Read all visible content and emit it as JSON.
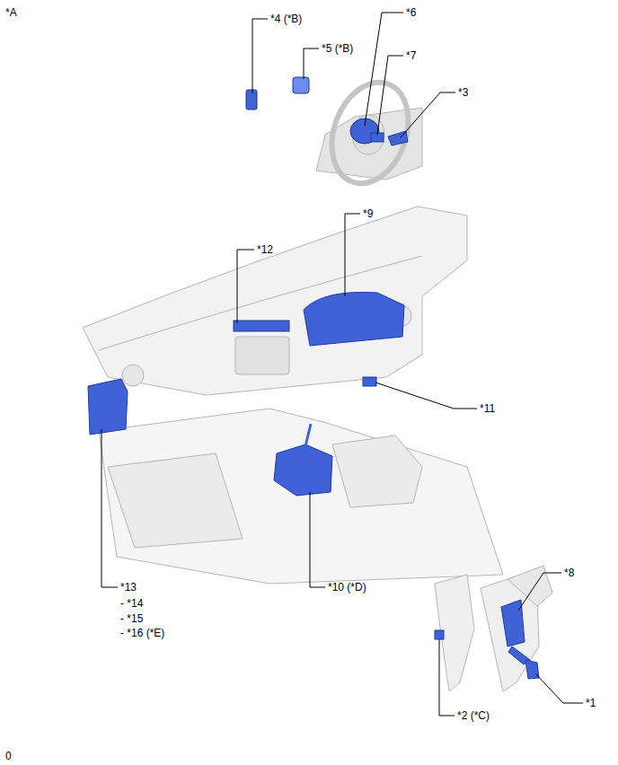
{
  "diagram": {
    "labels": [
      "*A",
      "*4 (*B)",
      "*5 (*B)",
      "*6",
      "*7",
      "*3",
      "*9",
      "*12",
      "*11",
      "*13",
      "- *14",
      "- *15",
      "- *16 (*E)",
      "*10 (*D)",
      "*8",
      "*1",
      "*2 (*C)",
      "0"
    ]
  }
}
